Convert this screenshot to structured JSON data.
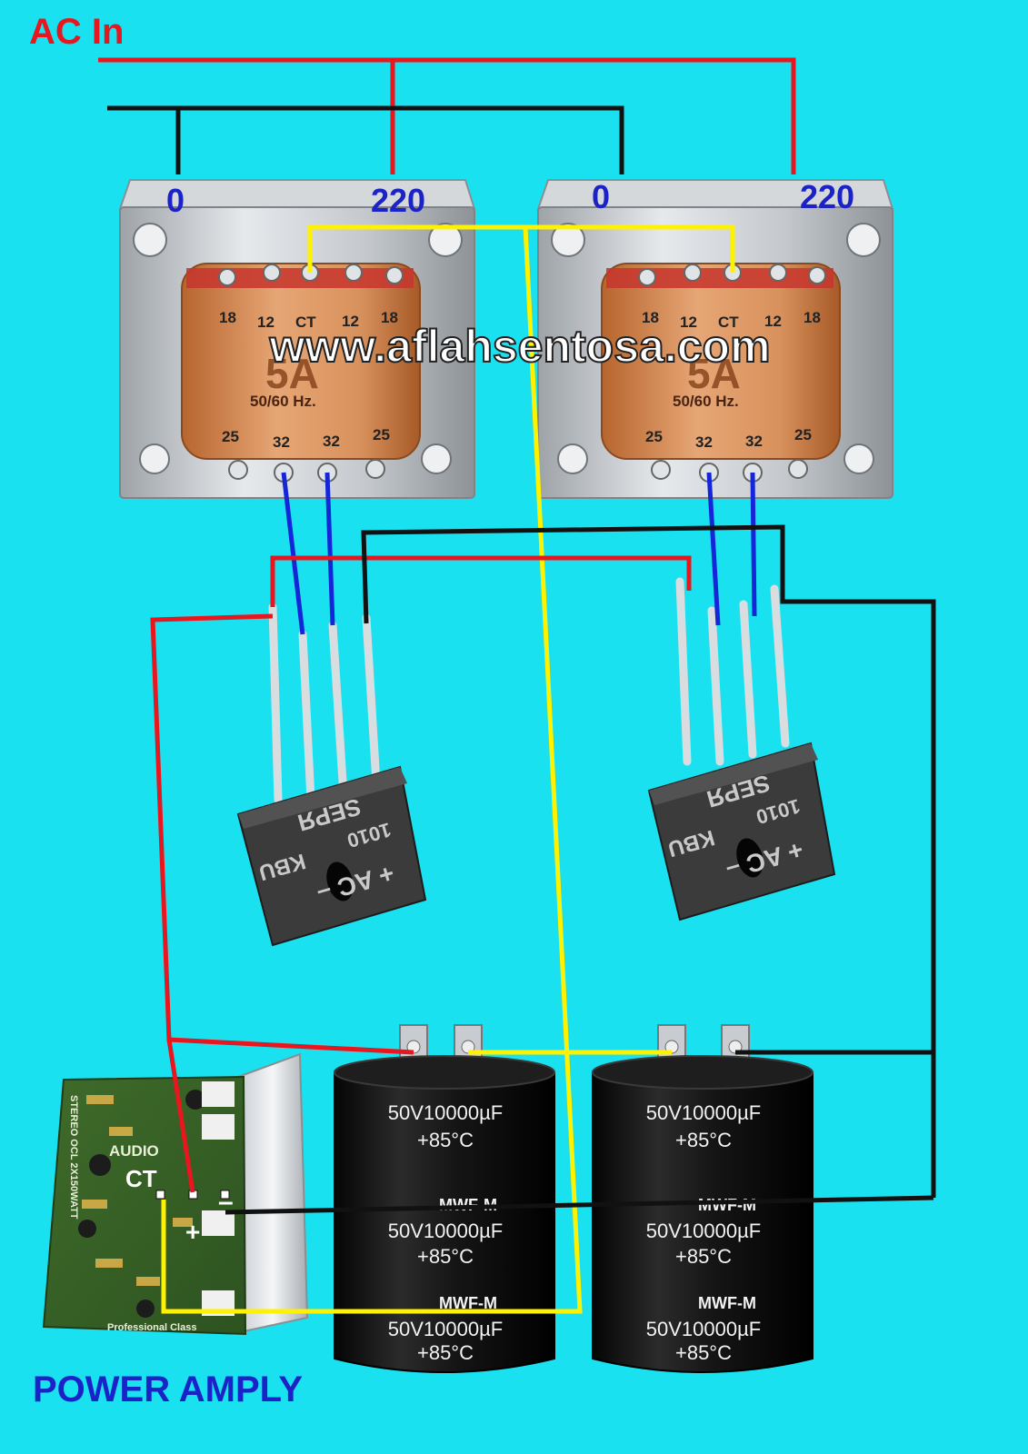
{
  "title": "AC In",
  "footer_label": "POWER AMPLY",
  "watermark": "www.aflahsentosa.com",
  "colors": {
    "background": "#19e1f0",
    "wire_red": "#e8161e",
    "wire_black": "#111111",
    "wire_yellow": "#fff200",
    "wire_blue": "#1525d8",
    "title_red": "#e8161e",
    "label_blue": "#1a22c8"
  },
  "transformers": [
    {
      "terminal_left": "0",
      "terminal_right": "220",
      "top_taps": [
        "18",
        "12",
        "CT",
        "12",
        "18"
      ],
      "rating": "5A",
      "frequency": "50/60 Hz.",
      "bottom_taps": [
        "25",
        "32",
        "32",
        "25"
      ]
    },
    {
      "terminal_left": "0",
      "terminal_right": "220",
      "top_taps": [
        "18",
        "12",
        "CT",
        "12",
        "18"
      ],
      "rating": "5A",
      "frequency": "50/60 Hz.",
      "bottom_taps": [
        "25",
        "32",
        "32",
        "25"
      ]
    }
  ],
  "bridges": [
    {
      "pins": "+  AC  –",
      "model": "KBU",
      "number": "1010",
      "brand": "SEPЯ"
    },
    {
      "pins": "+  AC  –",
      "model": "KBU",
      "number": "1010",
      "brand": "SEPЯ"
    }
  ],
  "capacitors": [
    {
      "top_rating": "50V10000µF",
      "top_temp": "+85°C",
      "mid_series": "MWF-M",
      "mid_rating": "50V10000µF",
      "mid_temp": "+85°C",
      "bottom_series": "MWF-M",
      "bottom_rating": "50V10000µF",
      "bottom_temp": "+85°C"
    },
    {
      "top_rating": "50V10000µF",
      "top_temp": "+85°C",
      "mid_series": "MWF-M",
      "mid_rating": "50V10000µF",
      "mid_temp": "+85°C",
      "bottom_series": "MWF-M",
      "bottom_rating": "50V10000µF",
      "bottom_temp": "+85°C"
    }
  ],
  "amplifier_board": {
    "terminal_ct": "CT",
    "terminal_plus": "+",
    "terminal_minus": "–",
    "side_text": "STEREO OCL 2X150WATT",
    "brand": "AUDIO",
    "bottom_text": "Professional Class"
  }
}
